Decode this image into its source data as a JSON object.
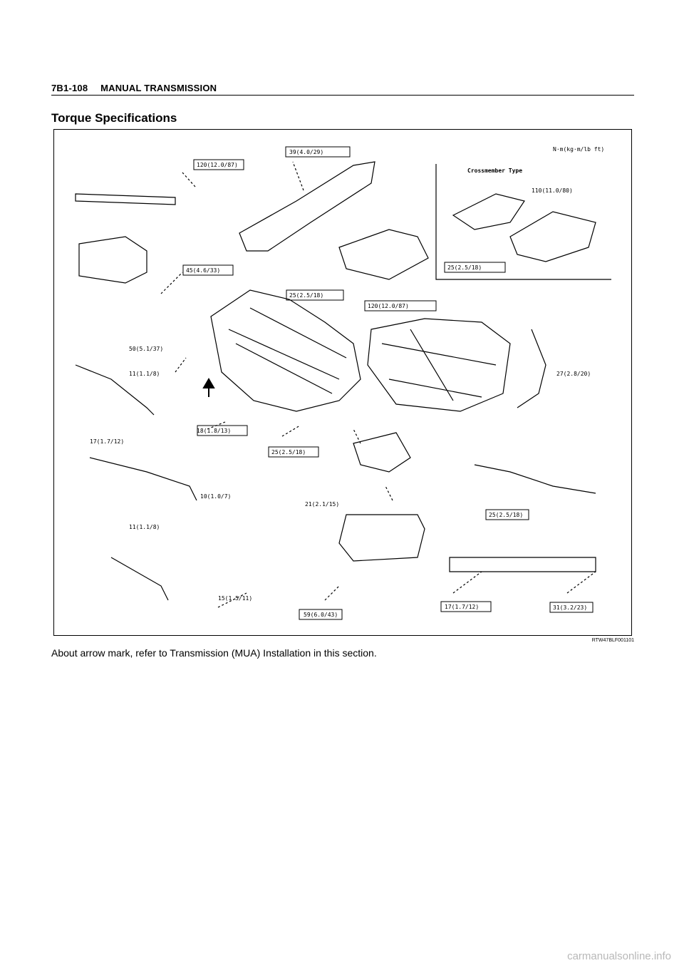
{
  "header": {
    "page_number": "7B1-108",
    "section": "MANUAL TRANSMISSION"
  },
  "title": "Torque Specifications",
  "figure": {
    "code": "RTW47BLF001101",
    "inset_label": "Crossmember Type",
    "unit_label": "N·m(kg·m/lb ft)",
    "callouts": [
      "39(4.0/29)",
      "120(12.0/87)",
      "45(4.6/33)",
      "25(2.5/18)",
      "120(12.0/87)",
      "110(11.0/80)",
      "25(2.5/18)",
      "50(5.1/37)",
      "11(1.1/8)",
      "27(2.8/20)",
      "18(1.8/13)",
      "25(2.5/18)",
      "17(1.7/12)",
      "10(1.0/7)",
      "21(2.1/15)",
      "25(2.5/18)",
      "15(1.5/11)",
      "59(6.0/43)",
      "17(1.7/12)",
      "31(3.2/23)",
      "11(1.1/8)"
    ]
  },
  "note": "About arrow mark, refer to Transmission (MUA) Installation in this section.",
  "footer_mark": "carmanualsonline.info"
}
